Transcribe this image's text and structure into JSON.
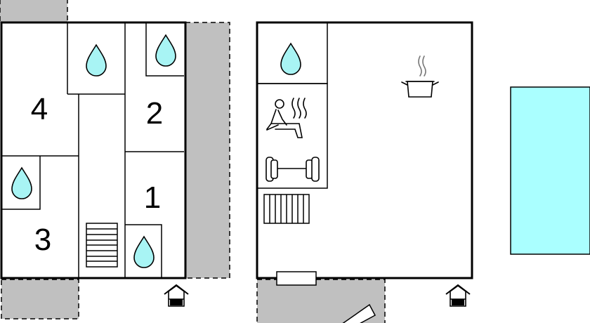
{
  "rooms": [
    {
      "number": "4"
    },
    {
      "number": "2"
    },
    {
      "number": "1"
    },
    {
      "number": "3"
    }
  ],
  "icons": {
    "bathroom": "water-drop-icon",
    "kitchen": "cooking-pot-icon",
    "sauna": "sauna-icon",
    "gym": "dumbbell-icon",
    "stairs": "stairs-icon",
    "heater": "radiator-icon",
    "entrance": "entrance-icon",
    "pool": "swimming-pool"
  },
  "colors": {
    "wall": "#000000",
    "terrace": "#c0c0c0",
    "water": "#a8f4f4",
    "pool": "#aaffff"
  }
}
